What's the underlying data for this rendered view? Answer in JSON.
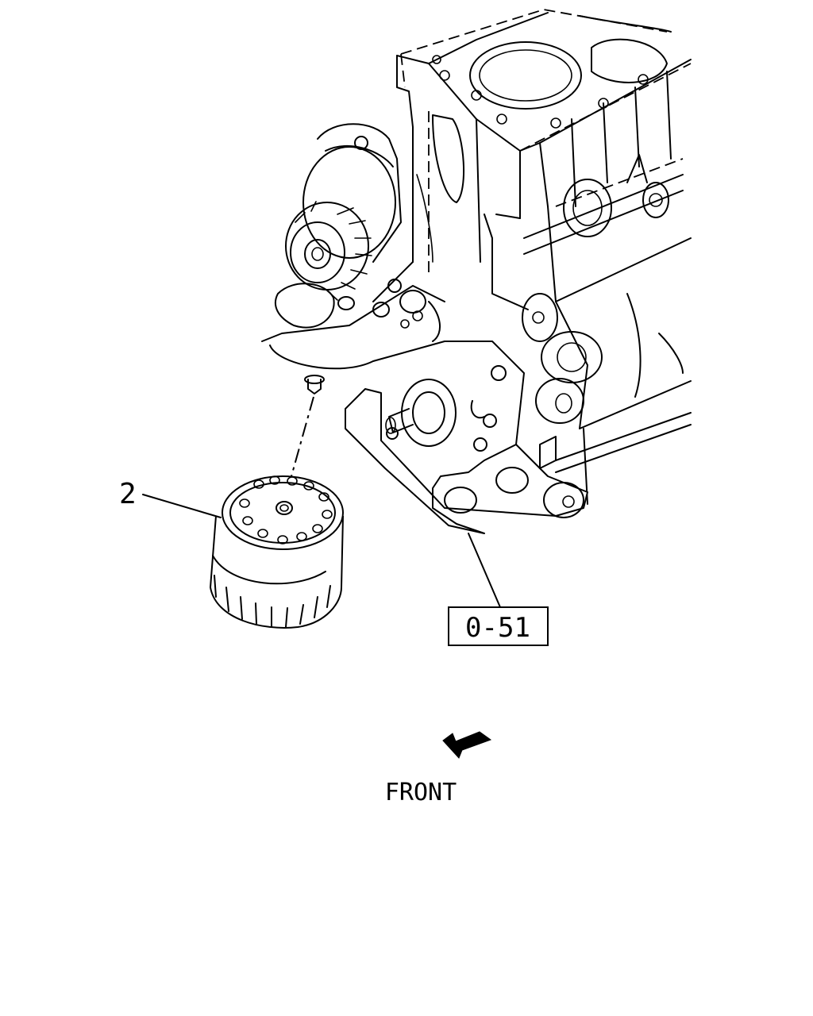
{
  "callouts": {
    "part_number": "2",
    "reference_box": "0-51"
  },
  "orientation": {
    "label": "FRONT"
  }
}
